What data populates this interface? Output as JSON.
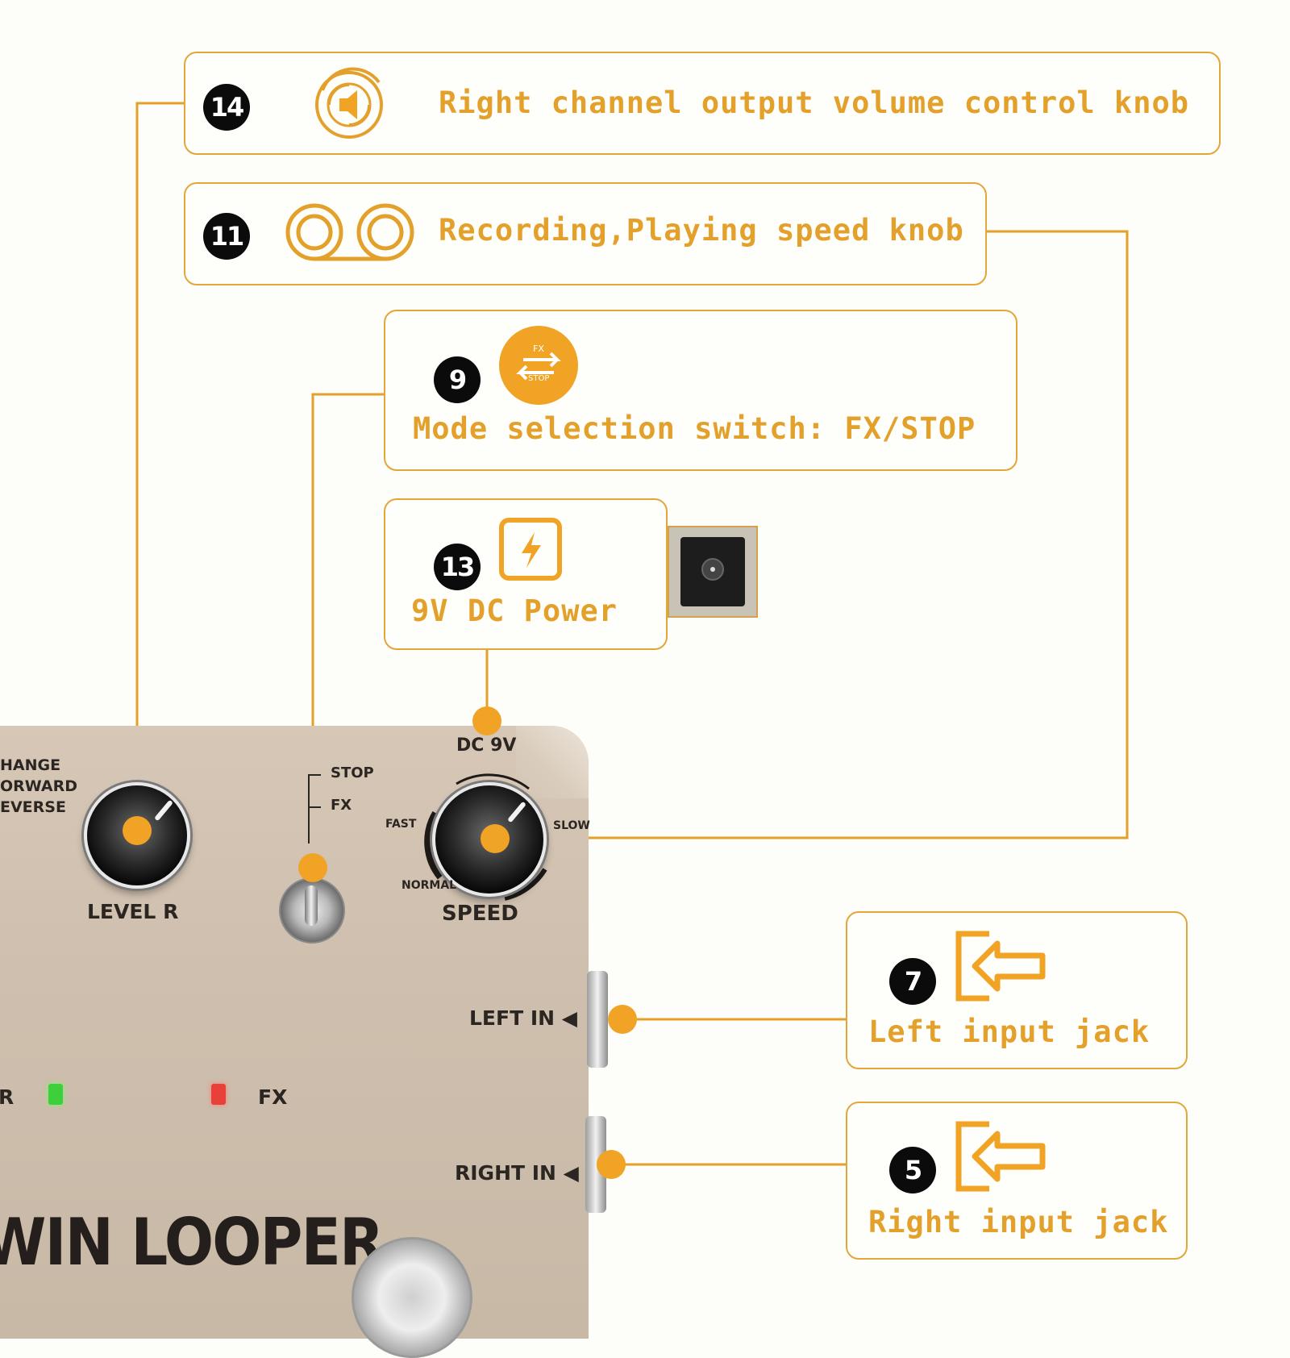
{
  "callouts": [
    {
      "number": "14",
      "label": "Right channel output volume control knob",
      "icon": "speaker-volume-icon"
    },
    {
      "number": "11",
      "label": "Recording,Playing speed knob",
      "icon": "reel-to-reel-icon"
    },
    {
      "number": "9",
      "label": "Mode selection switch: FX/STOP",
      "icon": "fx-stop-switch-icon",
      "icon_text_top": "FX",
      "icon_text_bottom": "STOP"
    },
    {
      "number": "13",
      "label": "9V DC Power",
      "icon": "lightning-bolt-icon"
    },
    {
      "number": "7",
      "label": "Left input jack",
      "icon": "input-arrow-icon"
    },
    {
      "number": "5",
      "label": "Right input jack",
      "icon": "input-arrow-icon"
    }
  ],
  "pedal": {
    "mode_labels": [
      "HANGE",
      "ORWARD",
      "EVERSE"
    ],
    "level_label": "LEVEL R",
    "switch_positions": [
      "STOP",
      "FX"
    ],
    "dc_label": "DC 9V",
    "speed_fast": "FAST",
    "speed_slow": "SLOW",
    "speed_normal": "NORMAL",
    "speed_label": "SPEED",
    "left_in": "LEFT IN ◀",
    "right_in": "RIGHT IN ◀",
    "led_left_label": "R",
    "led_right_label": "FX",
    "brand": "WIN LOOPER",
    "led_colors": {
      "green": "#3fcf3c",
      "red": "#e8413a"
    }
  },
  "colors": {
    "accent": "#e3a02a",
    "accent_dot": "#f0a324",
    "badge": "#0b0b0b",
    "pedal": "#cfbfae"
  }
}
